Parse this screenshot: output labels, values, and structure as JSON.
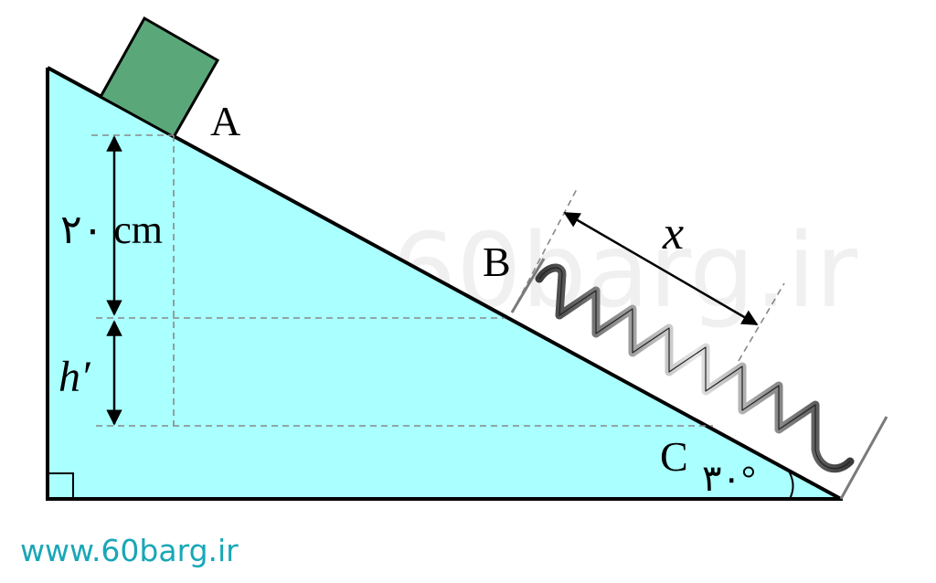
{
  "labels": {
    "point_a": "A",
    "point_b": "B",
    "point_c": "C",
    "height_top": "۲۰ cm",
    "height_bottom": "h′",
    "spring_length": "x",
    "angle": "۳۰°"
  },
  "watermark": "60barg.ir",
  "footer_url": "www.60barg.ir",
  "colors": {
    "incline_fill": "#aaffff",
    "block_fill": "#5aa87a",
    "footer_text": "#19a7b7"
  }
}
